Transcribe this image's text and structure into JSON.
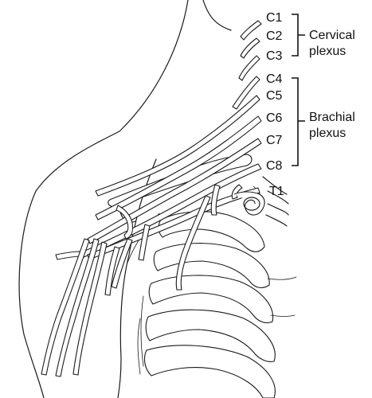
{
  "roots": [
    "C1",
    "C2",
    "C3",
    "C4",
    "C5",
    "C6",
    "C7",
    "C8",
    "T1"
  ],
  "groups": {
    "cervical": [
      "Cervical",
      "plexus"
    ],
    "brachial": [
      "Brachial",
      "plexus"
    ]
  }
}
